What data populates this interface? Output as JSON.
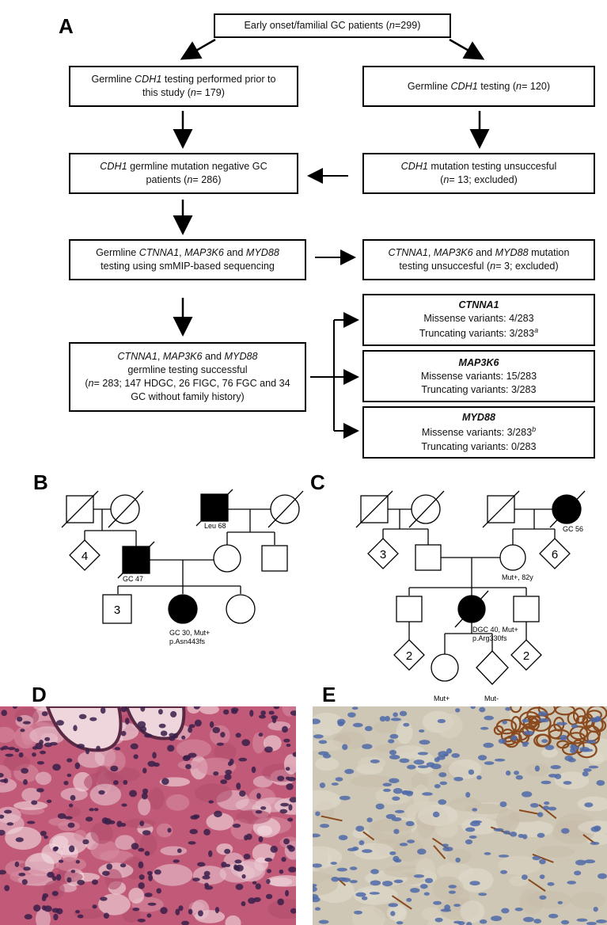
{
  "panels": {
    "a": "A",
    "b": "B",
    "c": "C",
    "d": "D",
    "e": "E"
  },
  "flow": {
    "top": "Early onset/familial GC patients (n=299)",
    "left1": [
      "Germline CDH1 testing performed prior to",
      "this study (n= 179)"
    ],
    "right1": "Germline CDH1 testing (n= 120)",
    "left2": [
      "CDH1 germline mutation negative GC",
      "patients (n= 286)"
    ],
    "right2": [
      "CDH1 mutation testing unsuccesful",
      "(n= 13; excluded)"
    ],
    "left3": [
      "Germline CTNNA1, MAP3K6 and MYD88",
      "testing using smMIP-based sequencing"
    ],
    "right3": [
      "CTNNA1, MAP3K6 and MYD88 mutation",
      "testing unsuccesful (n= 3; excluded)"
    ],
    "left4": [
      "CTNNA1, MAP3K6 and MYD88",
      "germline testing successful",
      "(n= 283; 147 HDGC, 26 FIGC, 76 FGC and 34",
      "GC without family history)"
    ],
    "ctnna1": {
      "title": "CTNNA1",
      "missense": "Missense variants: 4/283",
      "truncating": "Truncating variants: 3/283",
      "sup": "a"
    },
    "map3k6": {
      "title": "MAP3K6",
      "missense": "Missense variants: 15/283",
      "truncating": "Truncating variants: 3/283"
    },
    "myd88": {
      "title": "MYD88",
      "missense": "Missense variants: 3/283",
      "sup": "b",
      "truncating": "Truncating variants: 0/283"
    }
  },
  "pedigree_b": {
    "leu": "Leu 68",
    "gc47": "GC 47",
    "four": "4",
    "three": "3",
    "proband1": "GC 30, Mut+",
    "proband2": "p.Asn443fs"
  },
  "pedigree_c": {
    "gc56": "GC 56",
    "three": "3",
    "six": "6",
    "mother": "Mut+, 82y",
    "proband1": "DGC 40, Mut+",
    "proband2": "p.Arg330fs",
    "two_left": "2",
    "two_right": "2",
    "child1": "Mut+",
    "child2": "Mut-"
  },
  "colors": {
    "he_base": "#c05a78",
    "ihc_base": "#cfc7b6",
    "nuclei_he": "#3a1f4a",
    "nuclei_ihc": "#4f6aa8",
    "brown": "#8a4a1e"
  }
}
